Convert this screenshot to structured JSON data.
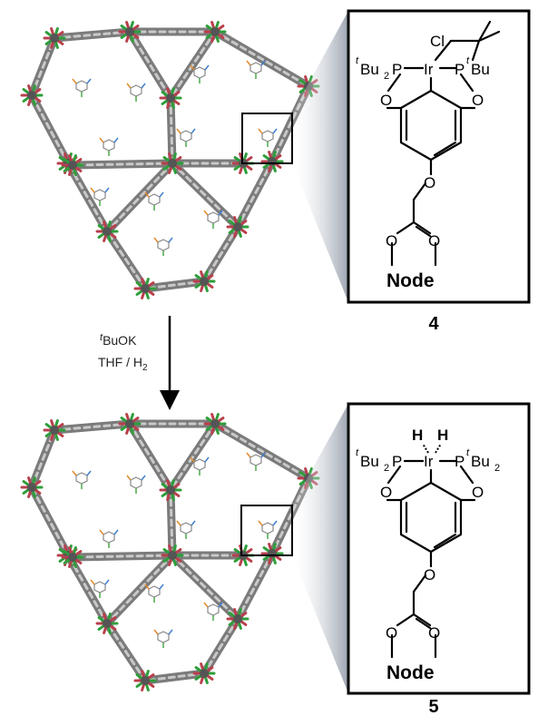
{
  "reaction": {
    "reagent_prefix": "t",
    "reagent": "BuOK",
    "conditions_solvent": "THF / H",
    "conditions_sub": "2"
  },
  "top_structure": {
    "compound_number": "4",
    "metal": "Ir",
    "axial_ligand": "Cl",
    "left_group_sup": "t",
    "left_group": "Bu",
    "left_group_sub": "2",
    "left_atom": "P",
    "right_atom": "P",
    "right_group_sup": "t",
    "right_group": "Bu",
    "oxygen": "O",
    "node_label": "Node"
  },
  "bottom_structure": {
    "compound_number": "5",
    "metal": "Ir",
    "hydride_left": "H",
    "hydride_right": "H",
    "left_group_sup": "t",
    "left_group": "Bu",
    "left_group_sub": "2",
    "left_atom": "P",
    "right_atom": "P",
    "right_group_sup": "t",
    "right_group": "Bu",
    "right_group_sub": "2",
    "oxygen": "O",
    "node_label": "Node"
  },
  "colors": {
    "node_red": "#b8404c",
    "node_green": "#2e9e3a",
    "linker_gray": "#7b7b7b",
    "callout_gray": "#9aa3b0",
    "box_border": "#000000"
  }
}
